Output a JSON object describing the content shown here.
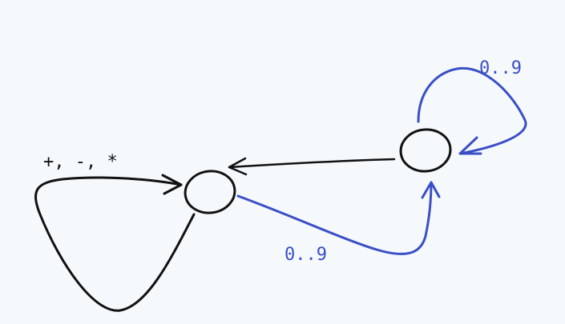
{
  "diagram": {
    "type": "state-machine-sketch",
    "colors": {
      "ink": "#111111",
      "accent": "#3a4fc6",
      "background": "#f6f9fc"
    },
    "nodes": [
      {
        "id": "left-state"
      },
      {
        "id": "right-state"
      }
    ],
    "edges": [
      {
        "id": "operator-loop",
        "from": "left-state",
        "to": "left-state",
        "label": "+, -, *",
        "color": "ink"
      },
      {
        "id": "digit-transition",
        "from": "left-state",
        "to": "right-state",
        "label": "0..9",
        "color": "accent"
      },
      {
        "id": "digit-loop",
        "from": "right-state",
        "to": "right-state",
        "label": "0..9",
        "color": "accent"
      },
      {
        "id": "return-transition",
        "from": "right-state",
        "to": "left-state",
        "label": "",
        "color": "ink"
      }
    ]
  }
}
